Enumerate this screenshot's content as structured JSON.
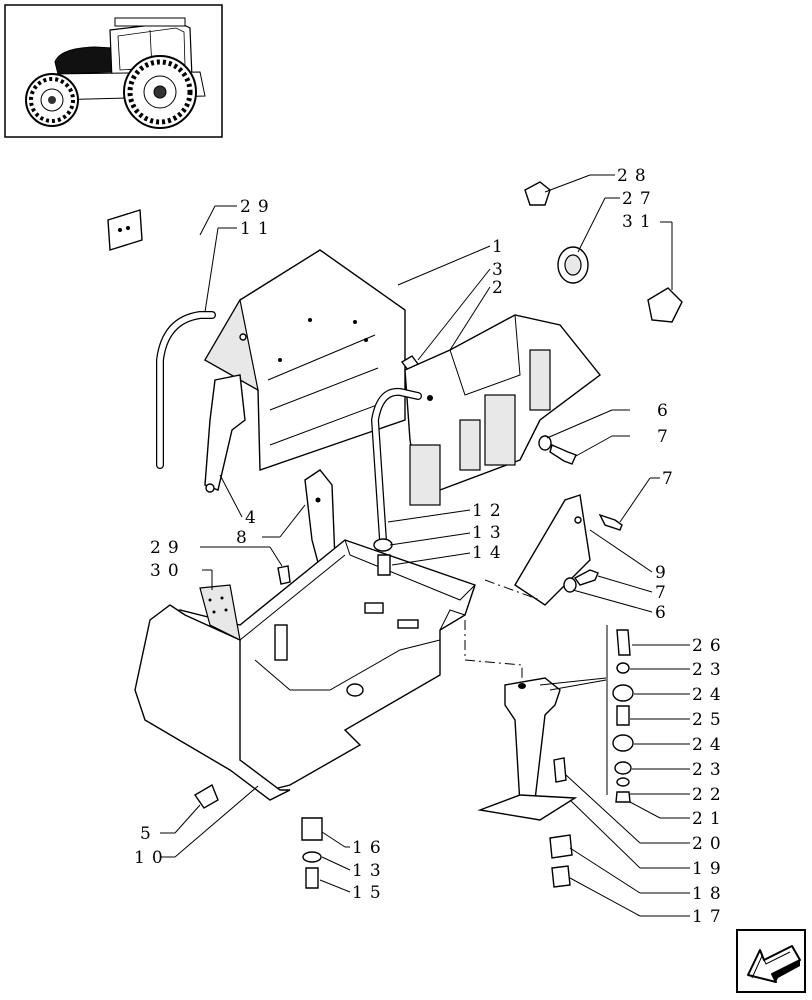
{
  "thumbnail": {
    "subject": "tractor"
  },
  "nav": {
    "icon": "arrow-back-icon"
  },
  "callouts": [
    {
      "id": "c29a",
      "text": "29"
    },
    {
      "id": "c11",
      "text": "11"
    },
    {
      "id": "c1",
      "text": "1"
    },
    {
      "id": "c3",
      "text": "3"
    },
    {
      "id": "c2",
      "text": "2"
    },
    {
      "id": "c28",
      "text": "28"
    },
    {
      "id": "c27",
      "text": "27"
    },
    {
      "id": "c31",
      "text": "31"
    },
    {
      "id": "c6a",
      "text": "6"
    },
    {
      "id": "c7a",
      "text": "7"
    },
    {
      "id": "c7b",
      "text": "7"
    },
    {
      "id": "c4",
      "text": "4"
    },
    {
      "id": "c8",
      "text": "8"
    },
    {
      "id": "c12",
      "text": "12"
    },
    {
      "id": "c13a",
      "text": "13"
    },
    {
      "id": "c14",
      "text": "14"
    },
    {
      "id": "c29b",
      "text": "29"
    },
    {
      "id": "c30",
      "text": "30"
    },
    {
      "id": "c9",
      "text": "9"
    },
    {
      "id": "c7c",
      "text": "7"
    },
    {
      "id": "c6b",
      "text": "6"
    },
    {
      "id": "c26",
      "text": "26"
    },
    {
      "id": "c23a",
      "text": "23"
    },
    {
      "id": "c24a",
      "text": "24"
    },
    {
      "id": "c25",
      "text": "25"
    },
    {
      "id": "c24b",
      "text": "24"
    },
    {
      "id": "c23b",
      "text": "23"
    },
    {
      "id": "c22",
      "text": "22"
    },
    {
      "id": "c21",
      "text": "21"
    },
    {
      "id": "c20",
      "text": "20"
    },
    {
      "id": "c19",
      "text": "19"
    },
    {
      "id": "c18",
      "text": "18"
    },
    {
      "id": "c17",
      "text": "17"
    },
    {
      "id": "c5",
      "text": "5"
    },
    {
      "id": "c10",
      "text": "10"
    },
    {
      "id": "c16",
      "text": "16"
    },
    {
      "id": "c13b",
      "text": "13"
    },
    {
      "id": "c15",
      "text": "15"
    }
  ]
}
